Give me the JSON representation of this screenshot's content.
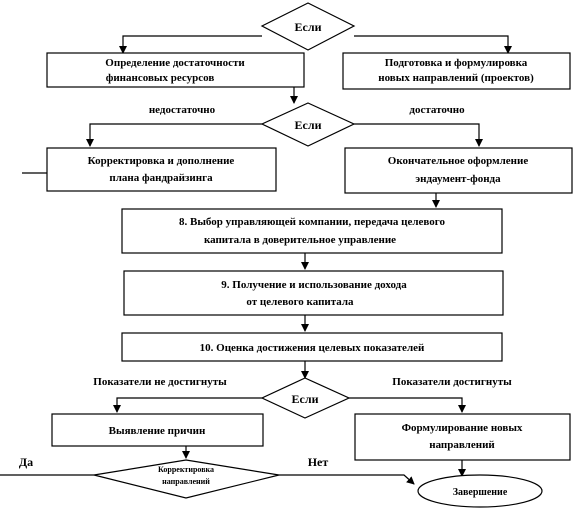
{
  "nodes": {
    "decision_top": "Если",
    "determine_resources": [
      "Определение достаточности",
      "финансовых ресурсов"
    ],
    "prepare_directions": [
      "Подготовка и формулировка",
      "новых направлений (проектов)"
    ],
    "decision_mid": "Если",
    "adjust_fundraising": [
      "Корректировка и дополнение",
      "плана фандрайзинга"
    ],
    "finalize_fund": [
      "Окончательное оформление",
      "эндаумент-фонда"
    ],
    "step8": [
      "8. Выбор управляющей компании, передача целевого",
      "капитала в доверительное управление"
    ],
    "step9": [
      "9. Получение и использование дохода",
      "от целевого капитала"
    ],
    "step10": "10. Оценка достижения целевых показателей",
    "decision_bottom": "Если",
    "find_causes": "Выявление причин",
    "formulate_new": [
      "Формулирование новых",
      "направлений"
    ],
    "adjust_directions": [
      "Корректировка",
      "направлений"
    ],
    "completion": "Завершение"
  },
  "labels": {
    "insufficient": "недостаточно",
    "sufficient": "достаточно",
    "not_achieved": "Показатели не достигнуты",
    "achieved": "Показатели достигнуты",
    "yes": "Да",
    "no": "Нет"
  }
}
